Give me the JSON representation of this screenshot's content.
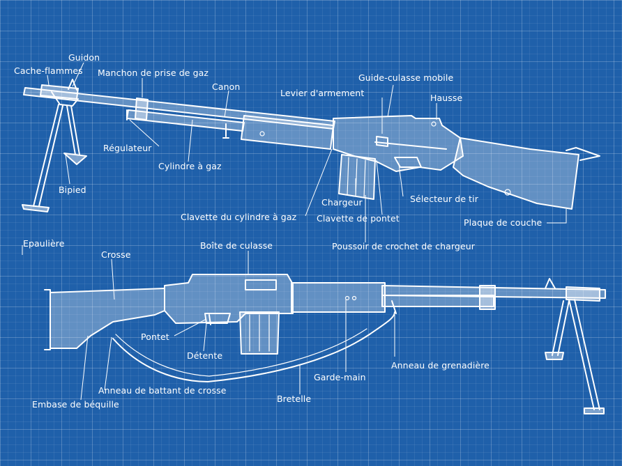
{
  "diagram": {
    "top_gun_labels": {
      "guidon": "Guidon",
      "cache_flammes": "Cache-flammes",
      "manchon": "Manchon de prise de gaz",
      "canon": "Canon",
      "guide_culasse": "Guide-culasse mobile",
      "levier": "Levier d'armement",
      "hausse": "Hausse",
      "regulateur": "Régulateur",
      "cylindre": "Cylindre à gaz",
      "bipied": "Bipied",
      "chargeur": "Chargeur",
      "selecteur": "Sélecteur de tir",
      "clavette_cylindre": "Clavette du cylindre à gaz",
      "clavette_pontet": "Clavette de pontet",
      "plaque": "Plaque de couche",
      "poussoir": "Poussoir de crochet de chargeur"
    },
    "bottom_gun_labels": {
      "epauliere": "Epaulière",
      "crosse": "Crosse",
      "boite": "Boîte de culasse",
      "pontet": "Pontet",
      "detente": "Détente",
      "anneau_grenadiere": "Anneau de grenadière",
      "garde_main": "Garde-main",
      "anneau_battant": "Anneau de battant de crosse",
      "bretelle": "Bretelle",
      "embase": "Embase de béquille"
    }
  }
}
